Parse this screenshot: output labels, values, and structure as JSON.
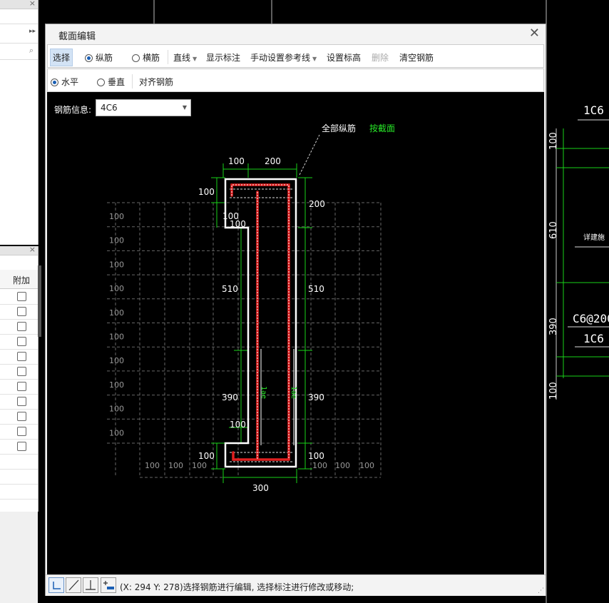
{
  "left_panel": {
    "column_header": "附加",
    "checkbox_count": 11
  },
  "dialog": {
    "title": "截面编辑",
    "toolbar1": {
      "select": "选择",
      "longitudinal": "纵筋",
      "stirrup": "横筋",
      "line": "直线",
      "show_dims": "显示标注",
      "manual_ref": "手动设置参考线",
      "set_elevation": "设置标高",
      "delete": "删除",
      "clear": "清空钢筋"
    },
    "toolbar2": {
      "horizontal": "水平",
      "vertical": "垂直",
      "align": "对齐钢筋"
    },
    "rebar_info_label": "钢筋信息:",
    "rebar_info_value": "4C6",
    "canvas": {
      "all_rebar": "全部纵筋",
      "by_section": "按截面",
      "grid_label": "100",
      "dims": {
        "top_left": "100",
        "top_right": "200",
        "left_flange": "100",
        "right_200": "200",
        "flange_w1": "100",
        "flange_w2": "100",
        "left_510": "510",
        "right_510": "510",
        "left_390": "390",
        "right_390": "390",
        "bottom_flange_w": "100",
        "bottom_left": "100",
        "bottom_right": "100",
        "total": "300",
        "lae": "1ae"
      }
    },
    "status_text": "(X: 294 Y: 278)选择钢筋进行编辑, 选择标注进行修改或移动;"
  },
  "background_drawing": {
    "label_1c6_top": "1C6",
    "dim_100": "100",
    "dim_610": "610",
    "note": "详建施",
    "dim_390": "390",
    "label_c6": "C6@200",
    "label_1c6_bottom": "1C6",
    "dim_100_bottom": "100"
  },
  "colors": {
    "rebar": "#e02020",
    "dim_line": "#19d219",
    "outline": "#ffffff",
    "grid": "#777777",
    "accent_green": "#27e627"
  }
}
